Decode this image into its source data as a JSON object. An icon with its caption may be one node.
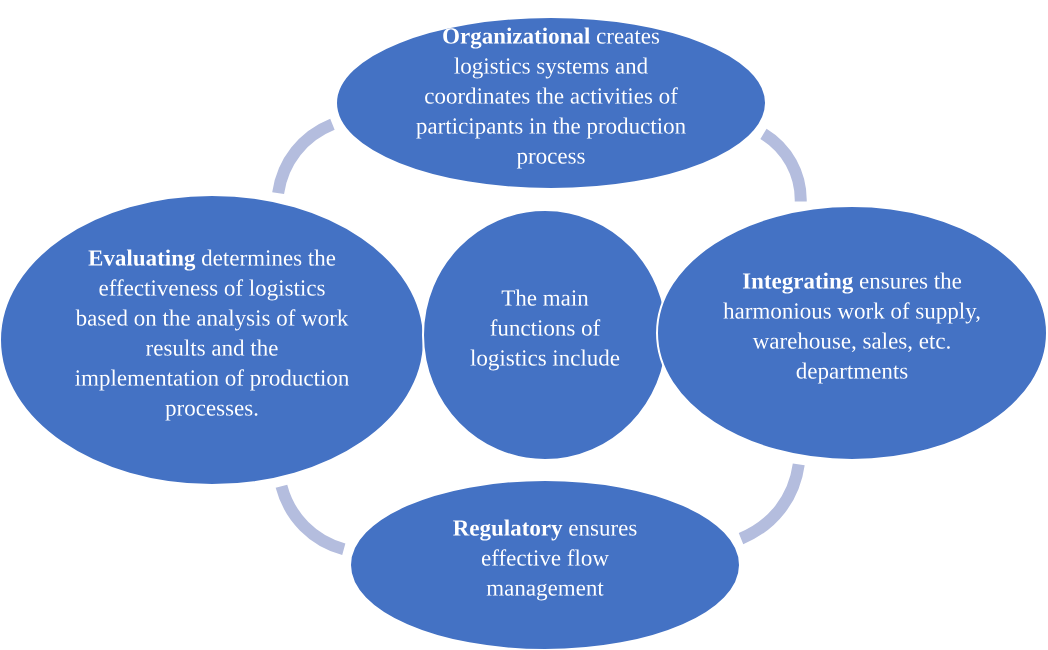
{
  "diagram": {
    "nodes": [
      {
        "text": [
          "**Organizational** creates logistics systems and coordinates the activities of participants in the production process"
        ]
      },
      {
        "text": [
          "**Evaluating** determines the effectiveness of logistics based on the analysis of work results and the implementation of production processes."
        ]
      },
      {
        "text": [
          "The main functions of logistics include"
        ]
      },
      {
        "text": [
          "**Integrating** ensures the harmonious work of supply, warehouse, sales, etc. departments"
        ]
      },
      {
        "text": [
          "**Regulatory** ensures effective flow management"
        ]
      }
    ],
    "edges": [
      {
        "from": 0,
        "to": 3,
        "arrow": "none"
      },
      {
        "from": 3,
        "to": 4,
        "arrow": "none"
      },
      {
        "from": 4,
        "to": 1,
        "arrow": "none"
      },
      {
        "from": 1,
        "to": 0,
        "arrow": "none"
      }
    ]
  }
}
